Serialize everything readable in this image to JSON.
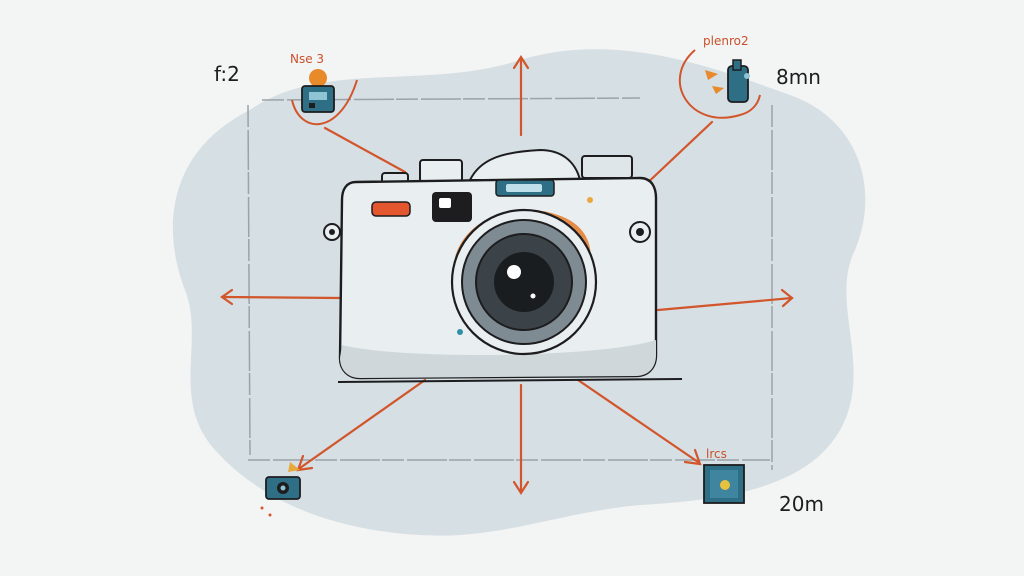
{
  "labels": {
    "top_left": "f:2",
    "top_left_small": "Nse 3",
    "top_right_small": "plenro2",
    "top_right": "8mn",
    "bottom_right_small": "lrcs",
    "bottom_right": "20m"
  },
  "icons": {
    "top_left": "small-camera-icon",
    "top_right": "hand-camera-icon",
    "bottom_left": "tripod-camera-icon",
    "bottom_right": "square-camera-icon",
    "center": "camera-illustration"
  },
  "colors": {
    "accent_orange": "#d2552b",
    "teal_blue": "#2e6f86",
    "blob": "#d6dfe3",
    "camera_body": "#e9eef0",
    "ink": "#1d1d1f"
  }
}
